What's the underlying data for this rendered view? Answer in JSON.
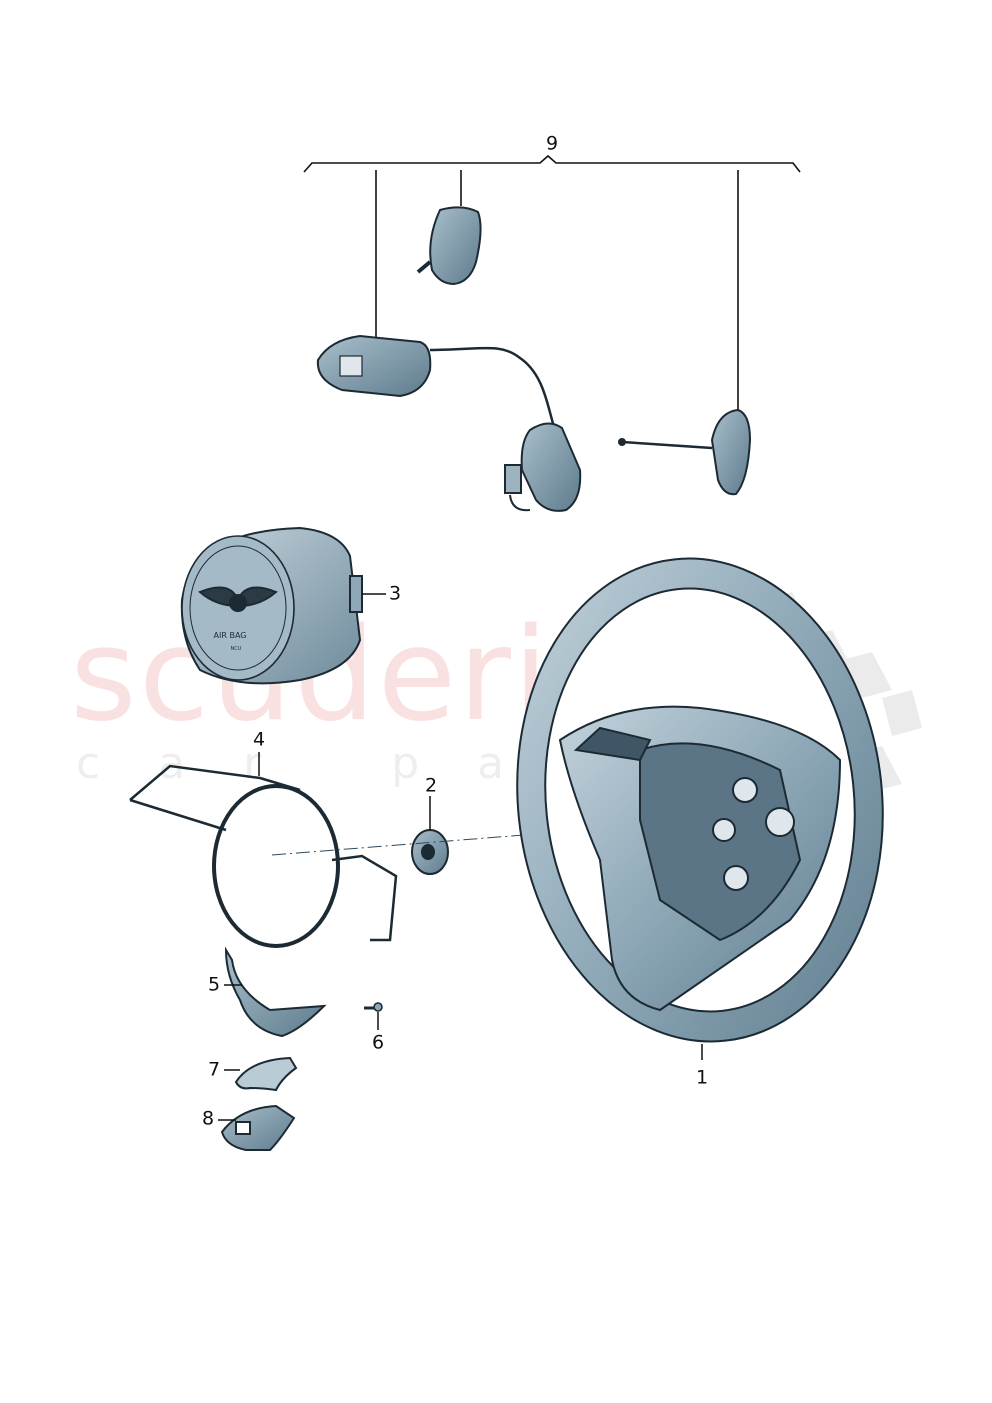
{
  "diagram": {
    "type": "exploded parts diagram",
    "subject": "steering wheel assembly",
    "colors": {
      "part_fill": "#8fa9b8",
      "part_fill_light": "#b9cbd5",
      "part_outline": "#1c2a33",
      "leader_line": "#111111",
      "watermark_red": "#e87878",
      "watermark_checker": "#c8c8cc"
    },
    "callouts": [
      {
        "id": "1",
        "label": "1",
        "part": "steering-wheel"
      },
      {
        "id": "2",
        "label": "2",
        "part": "damper-grommet"
      },
      {
        "id": "3",
        "label": "3",
        "part": "airbag-module"
      },
      {
        "id": "4",
        "label": "4",
        "part": "trim-cover-ring"
      },
      {
        "id": "5",
        "label": "5",
        "part": "lower-trim-panel"
      },
      {
        "id": "6",
        "label": "6",
        "part": "screw"
      },
      {
        "id": "7",
        "label": "7",
        "part": "trim-cap"
      },
      {
        "id": "8",
        "label": "8",
        "part": "trim-bracket"
      },
      {
        "id": "9",
        "label": "9",
        "part": "multifunction-switch-set"
      }
    ],
    "airbag_text": {
      "line1": "AIR BAG",
      "line2": "NCU"
    }
  },
  "watermark": {
    "main": "scuderia",
    "sub": "car parts"
  }
}
